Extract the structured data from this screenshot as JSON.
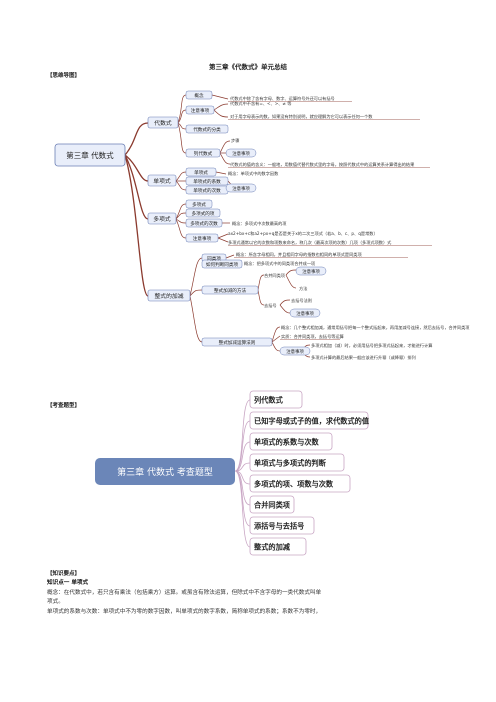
{
  "page_title": "第三章《代数式》单元总结",
  "mindmap_section": "【思维导图】",
  "mindmap": {
    "root": "第三章 代数式",
    "b1": {
      "label": "代数式",
      "concept": "概念",
      "concept_text": "代数式中除了含有字母、数字、运算符号外还可以有括号",
      "notes": "注意事项",
      "note1": "代数式中不含有=、<、>、≠ 等",
      "note2": "对于用字母表示的数，如果没有特别说明，就应理解为它可以表示任何一个数",
      "classify": "代数式的分类",
      "write": "列代数式",
      "write_step": "步骤",
      "write_notes": "注意事项",
      "value_text": "代数式的值的含义：一般地，用数值代替代数式里的字母，按照代数式中的运算关系计算得出的结果"
    },
    "b2": {
      "label": "单项式",
      "item1": "单项式",
      "item1_text": "概念：单项式中的数字因数",
      "item2": "单项式的系数",
      "item3": "单项式的次数",
      "notes": "注意事项"
    },
    "b3": {
      "label": "多项式",
      "item1": "多项式",
      "item2": "多项式的项",
      "item3": "多项式的次数",
      "item3_text": "概念：多项式中次数最高的项",
      "formula": "ax2+bx+c和a2+px+q是否是关于x的二次三项式（若a、b、c、p、q是常数）",
      "formula2": "多项式通常以它的次数和项数来命名，称几次（最高次项的次数）几项（多项式项数）式",
      "notes": "注意事项"
    },
    "b4": {
      "label": "整式的加减",
      "similar": "同类项",
      "similar_text": "概念：所含字母相同，并且相同字母的指数也相同的单项式是同类项",
      "judge": "如何判断同类项",
      "judge_text": "概念：把多项式中的同类项合并成一项",
      "method": "整式加减的方法",
      "merge": "合并同类项",
      "merge_notes": "注意事项",
      "rule": "方法",
      "remove": "去括号",
      "remove_rule": "去括号法则",
      "remove_notes": "注意事项",
      "rules": "整式加减运算法则",
      "rules_text1": "概念：几个整式相加减，通常用括号把每一个整式括起来，再用加减号连接，然后去括号，合并同类项",
      "rules_text2": "实质：合并同类项，去括号等运算",
      "rules_notes": "注意事项",
      "rules_note1": "多项式相加（减）时，必须用括号把多项式括起来，才能进行计算",
      "rules_note2": "多项式计算的最后结果一般应该进行升幂（或降幂）排列"
    }
  },
  "questions_section": "【考查题型】",
  "questions": {
    "root": "第三章 代数式 考查题型",
    "items": [
      "列代数式",
      "已知字母或式子的值，求代数式的值",
      "单项式的系数与次数",
      "单项式与多项式的判断",
      "多项式的项、项数与次数",
      "合并同类项",
      "添括号与去括号",
      "整式的加减"
    ]
  },
  "knowledge_section": "【知识要点】",
  "knowledge": {
    "heading": "知识点一  单项式",
    "line1": "概念：在代数式中，若只含有乘法（包括乘方）运算。或虽含有除法运算，但除式中不含字母的一类代数式叫单",
    "line2": "项式。",
    "line3": "单项式的系数与次数：单项式中不为零的数字因数，叫单项式的数字系数，简称单项式的系数；系数不为零时，"
  },
  "colors": {
    "branch": "#8b3a2e",
    "box_fill": "#e9eefa",
    "box_stroke": "#6b7fb5",
    "map_line": "#c9a6c4",
    "map_root": "#6b86b8"
  }
}
